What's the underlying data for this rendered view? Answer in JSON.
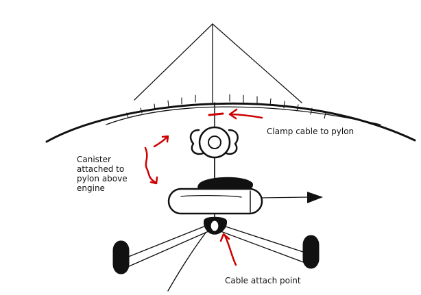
{
  "labels": {
    "clamp": "Clamp cable to pylon",
    "canister": "Canister\nattached to\npylon above\nengine",
    "attach": "Cable attach point"
  },
  "colors": {
    "ink": "#111111",
    "annotation": "#cc0000",
    "background": "#ffffff"
  },
  "icons": [
    "curved-arrow-icon",
    "propeller-arrow-icon"
  ]
}
